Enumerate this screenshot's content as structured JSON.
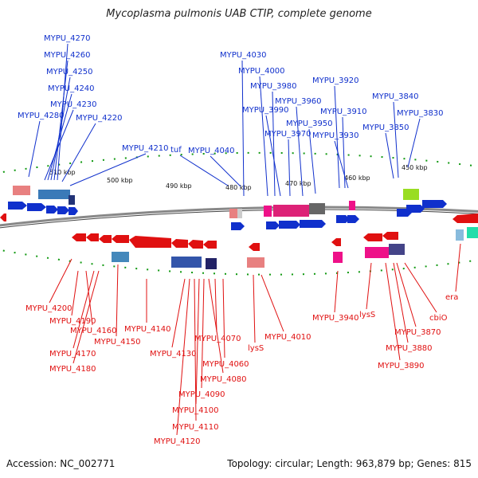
{
  "title": "Mycoplasma pulmonis UAB CTIP, complete genome",
  "footer": {
    "accession": "Accession: NC_002771",
    "summary": "Topology: circular; Length: 963,879 bp; Genes: 815"
  },
  "colors": {
    "forward": "#1030cc",
    "reverse": "#e01010",
    "backbone": "#888888",
    "tick": "#119911"
  },
  "ticks": [
    {
      "text": "510 kbp"
    },
    {
      "text": "500 kbp"
    },
    {
      "text": "490 kbp"
    },
    {
      "text": "480 kbp"
    },
    {
      "text": "470 kbp"
    },
    {
      "text": "460 kbp"
    },
    {
      "text": "450 kbp"
    }
  ],
  "upper_labels": [
    {
      "text": "MYPU_4270"
    },
    {
      "text": "MYPU_4260"
    },
    {
      "text": "MYPU_4250"
    },
    {
      "text": "MYPU_4240"
    },
    {
      "text": "MYPU_4230"
    },
    {
      "text": "MYPU_4280"
    },
    {
      "text": "MYPU_4220"
    },
    {
      "text": "MYPU_4210"
    },
    {
      "text": "tuf"
    },
    {
      "text": "MYPU_4040"
    },
    {
      "text": "MYPU_4030"
    },
    {
      "text": "MYPU_4000"
    },
    {
      "text": "MYPU_3980"
    },
    {
      "text": "MYPU_3990"
    },
    {
      "text": "MYPU_3960"
    },
    {
      "text": "MYPU_3950"
    },
    {
      "text": "MYPU_3970"
    },
    {
      "text": "MYPU_3920"
    },
    {
      "text": "MYPU_3910"
    },
    {
      "text": "MYPU_3930"
    },
    {
      "text": "MYPU_3840"
    },
    {
      "text": "MYPU_3850"
    },
    {
      "text": "MYPU_3830"
    }
  ],
  "lower_labels": [
    {
      "text": "MYPU_4200"
    },
    {
      "text": "MYPU_4190"
    },
    {
      "text": "MYPU_4160"
    },
    {
      "text": "MYPU_4150"
    },
    {
      "text": "MYPU_4170"
    },
    {
      "text": "MYPU_4180"
    },
    {
      "text": "MYPU_4140"
    },
    {
      "text": "MYPU_4130"
    },
    {
      "text": "MYPU_4070"
    },
    {
      "text": "MYPU_4060"
    },
    {
      "text": "MYPU_4080"
    },
    {
      "text": "MYPU_4090"
    },
    {
      "text": "MYPU_4100"
    },
    {
      "text": "MYPU_4110"
    },
    {
      "text": "MYPU_4120"
    },
    {
      "text": "lysS"
    },
    {
      "text": "MYPU_4010"
    },
    {
      "text": "MYPU_3940"
    },
    {
      "text": "lysS"
    },
    {
      "text": "MYPU_3870"
    },
    {
      "text": "MYPU_3880"
    },
    {
      "text": "MYPU_3890"
    },
    {
      "text": "cbiO"
    },
    {
      "text": "era"
    }
  ]
}
